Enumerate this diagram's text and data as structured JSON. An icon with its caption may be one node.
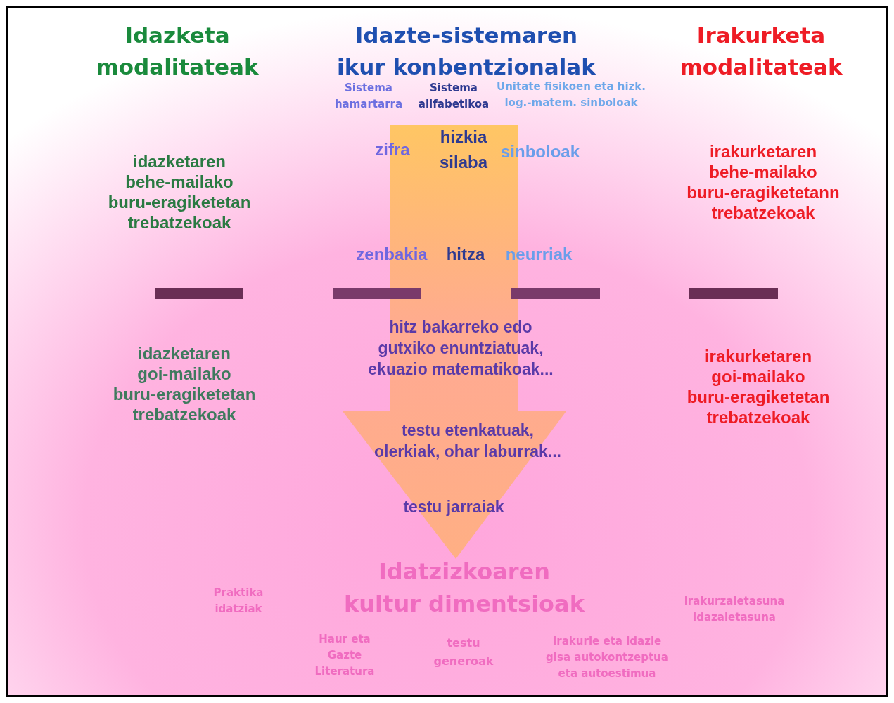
{
  "diagram": {
    "nodes": [
      {
        "text": [],
        "shape": "bar"
      },
      {
        "text": [],
        "shape": "bar"
      },
      {
        "text": [],
        "shape": "bar"
      },
      {
        "text": [],
        "shape": "bar"
      }
    ],
    "labels": [
      "Idazketa modalitateak",
      "Idazte-sistemaren ikur konbentzionalak",
      "Irakurketa modalitateak",
      "Sistema hamartarra",
      "Sistema allfabetikoa",
      "Unitate fisikoen eta hizk. log.-matem. sinboloak",
      "hizkia",
      "zifra",
      "sinboloak",
      "silaba",
      "idazketaren behe-mailako buru-eragiketetan trebatzekoak",
      "irakurketaren behe-mailako buru-eragiketetann trebatzekoak",
      "zenbakia",
      "hitza",
      "neurriak",
      "hitz bakarreko edo gutxiko enuntziatuak, ekuazio matematikoak...",
      "idazketaren goi-mailako buru-eragiketetan trebatzekoak",
      "irakurketaren goi-mailako buru-eragiketetan trebatzekoak",
      "testu etenkatuak, olerkiak, ohar laburrak...",
      "testu jarraiak",
      "Idatzizkoaren kultur dimentsioak",
      "Praktika idatziak",
      "irakurzaletasuna idazaletasuna",
      "Haur eta Gazte Literatura",
      "testu generoak",
      "Irakurle eta idazle gisa autokontzeptua eta autoestimua"
    ]
  }
}
